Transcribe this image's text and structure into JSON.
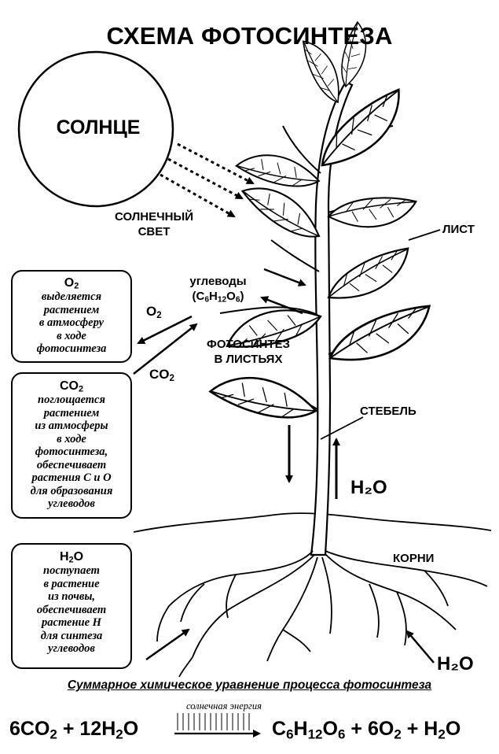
{
  "title": "СХЕМА ФОТОСИНТЕЗА",
  "sun": {
    "label": "СОЛНЦЕ"
  },
  "sunlight": {
    "line1": "СОЛНЕЧНЫЙ",
    "line2": "СВЕТ"
  },
  "leaf_label": "ЛИСТ",
  "stem_label": "СТЕБЕЛЬ",
  "roots_label": "КОРНИ",
  "photosynthesis": {
    "line1": "ФОТОСИНТЕЗ",
    "line2": "В ЛИСТЬЯХ"
  },
  "carbs": {
    "line1": "углеводы",
    "formula": {
      "c": "C",
      "c_n": "6",
      "h": "H",
      "h_n": "12",
      "o": "O",
      "o_n": "6"
    }
  },
  "arrows": {
    "o2_base": "O",
    "o2_sub": "2",
    "co2_base": "CO",
    "co2_sub": "2",
    "h2o_stem": "H₂O",
    "h2o_root": "H₂O"
  },
  "boxes": {
    "o2": {
      "head_base": "O",
      "head_sub": "2",
      "body": "выделяется\nрастением\nв атмосферу\nв ходе\nфотосинтеза"
    },
    "co2": {
      "head_base": "CO",
      "head_sub": "2",
      "body": "поглощается\nрастением\nиз атмосферы\nв ходе\nфотосинтеза,\nобеспечивает\nрастения C и O\nдля образования\nуглеводов"
    },
    "h2o": {
      "head_base": "H",
      "head_sub": "2",
      "head_tail": "O",
      "body": "поступает\nв растение\nиз почвы,\nобеспечивает\nрастение H\nдля синтеза\nуглеводов"
    }
  },
  "summary_title": "Суммарное химическое уравнение процесса фотосинтеза",
  "equation": {
    "energy_label": "солнечная энергия",
    "left": {
      "co2_coef": "6CO",
      "co2_sub": "2",
      "plus": "+",
      "h2o_coef": "12H",
      "h2o_sub": "2",
      "h2o_tail": "O"
    },
    "right": {
      "c": "C",
      "c_n": "6",
      "h": "H",
      "h_n": "12",
      "o": "O",
      "o_n": "6",
      "plus1": "+",
      "o2": "6O",
      "o2_sub": "2",
      "plus2": "+",
      "h2o": "H",
      "h2o_sub": "2",
      "h2o_tail": "O"
    }
  }
}
